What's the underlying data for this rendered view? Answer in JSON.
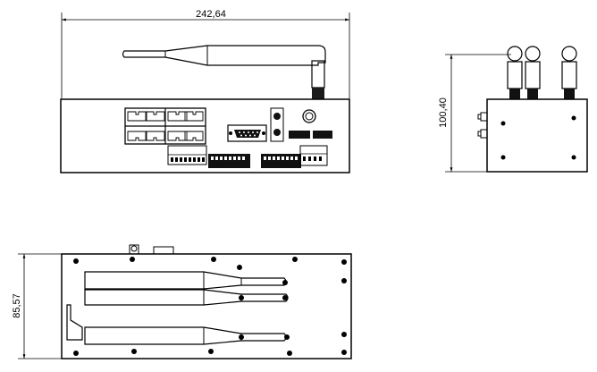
{
  "dimensions": {
    "top_width": "242,64",
    "side_height": "100,40",
    "bottom_height": "85,57"
  },
  "views": {
    "front": "front-view",
    "side": "side-view",
    "bottom": "bottom-view"
  }
}
